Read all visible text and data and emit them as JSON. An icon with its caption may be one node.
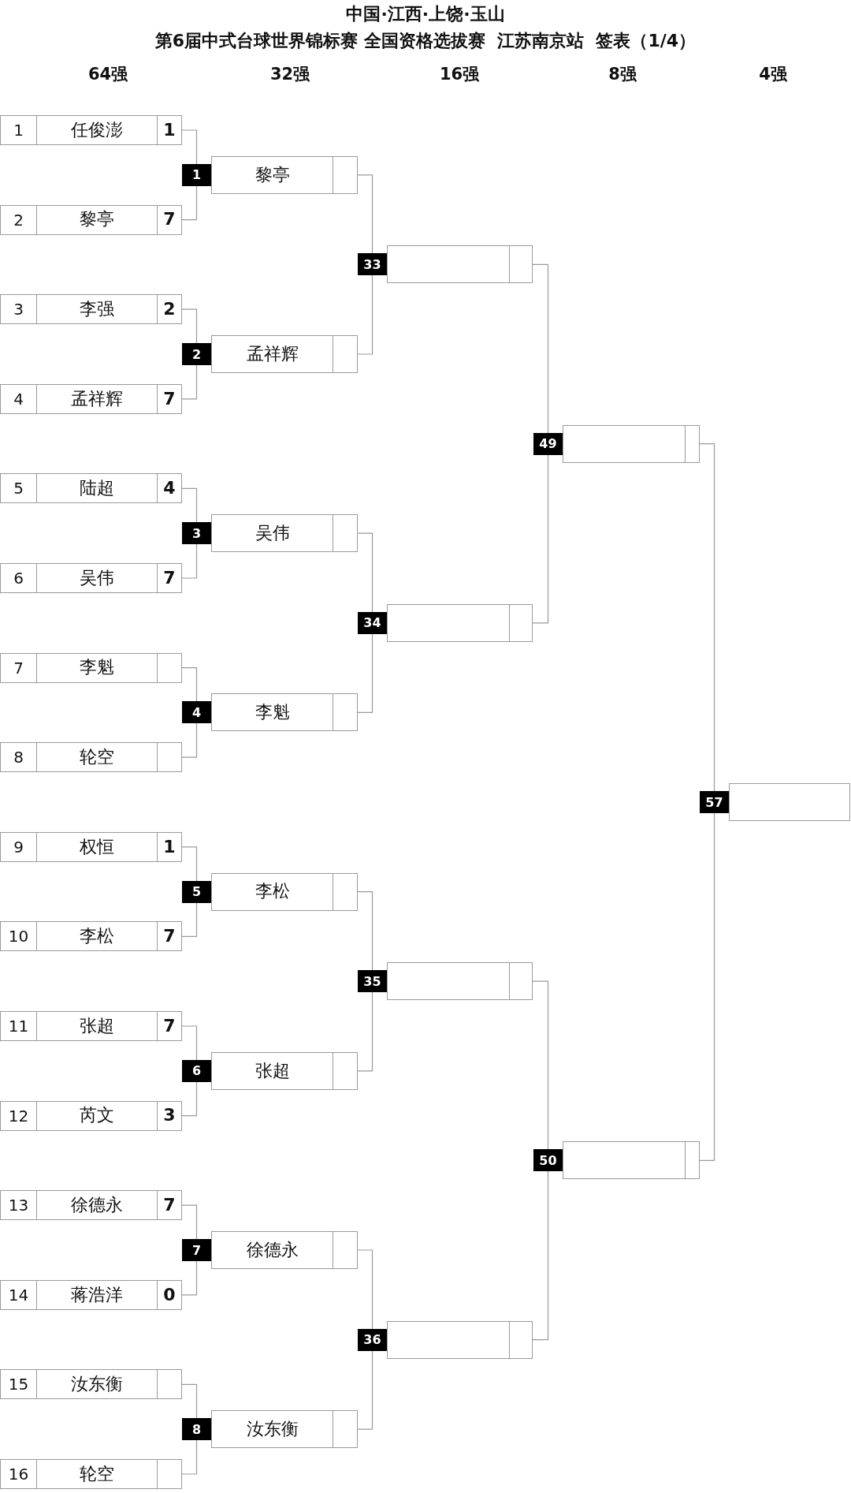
{
  "diagram": {
    "title": "第6届中式台球世界锦标赛 全国资格选拔赛  江苏南京站  签表（1/4）",
    "nodes": [
      {
        "text": [
          "1",
          "任俊澎",
          "1"
        ]
      },
      {
        "text": [
          "2",
          "黎亭",
          "7"
        ]
      },
      {
        "text": [
          "3",
          "李强",
          "2"
        ]
      },
      {
        "text": [
          "4",
          "孟祥辉",
          "7"
        ]
      },
      {
        "text": [
          "5",
          "陆超",
          "4"
        ]
      },
      {
        "text": [
          "6",
          "吴伟",
          "7"
        ]
      },
      {
        "text": [
          "7",
          "李魁"
        ]
      },
      {
        "text": [
          "8",
          "轮空"
        ]
      },
      {
        "text": [
          "9",
          "权恒",
          "1"
        ]
      },
      {
        "text": [
          "10",
          "李松",
          "7"
        ]
      },
      {
        "text": [
          "11",
          "张超",
          "7"
        ]
      },
      {
        "text": [
          "12",
          "芮文",
          "3"
        ]
      },
      {
        "text": [
          "13",
          "徐德永",
          "7"
        ]
      },
      {
        "text": [
          "14",
          "蒋浩洋",
          "0"
        ]
      },
      {
        "text": [
          "15",
          "汝东衡"
        ]
      },
      {
        "text": [
          "16",
          "轮空"
        ]
      },
      {
        "text": [
          "黎亭"
        ],
        "beside": [
          "1"
        ]
      },
      {
        "text": [
          "孟祥辉"
        ],
        "beside": [
          "2"
        ]
      },
      {
        "text": [
          "吴伟"
        ],
        "beside": [
          "3"
        ]
      },
      {
        "text": [
          "李魁"
        ],
        "beside": [
          "4"
        ]
      },
      {
        "text": [
          "李松"
        ],
        "beside": [
          "5"
        ]
      },
      {
        "text": [
          "张超"
        ],
        "beside": [
          "6"
        ]
      },
      {
        "text": [
          "徐德永"
        ],
        "beside": [
          "7"
        ]
      },
      {
        "text": [
          "汝东衡"
        ],
        "beside": [
          "8"
        ]
      },
      {
        "text": [],
        "shape": "box",
        "beside": [
          "33"
        ]
      },
      {
        "text": [],
        "shape": "box",
        "beside": [
          "34"
        ]
      },
      {
        "text": [],
        "shape": "box",
        "beside": [
          "35"
        ]
      },
      {
        "text": [],
        "shape": "box",
        "beside": [
          "36"
        ]
      },
      {
        "text": [],
        "shape": "box",
        "beside": [
          "49"
        ]
      },
      {
        "text": [],
        "shape": "box",
        "beside": [
          "50"
        ]
      },
      {
        "text": [],
        "shape": "box",
        "beside": [
          "57"
        ]
      }
    ],
    "edges": [
      {
        "from": 0,
        "to": 16,
        "arrow": "none"
      },
      {
        "from": 1,
        "to": 16,
        "arrow": "none"
      },
      {
        "from": 2,
        "to": 17,
        "arrow": "none"
      },
      {
        "from": 3,
        "to": 17,
        "arrow": "none"
      },
      {
        "from": 4,
        "to": 18,
        "arrow": "none"
      },
      {
        "from": 5,
        "to": 18,
        "arrow": "none"
      },
      {
        "from": 6,
        "to": 19,
        "arrow": "none"
      },
      {
        "from": 7,
        "to": 19,
        "arrow": "none"
      },
      {
        "from": 8,
        "to": 20,
        "arrow": "none"
      },
      {
        "from": 9,
        "to": 20,
        "arrow": "none"
      },
      {
        "from": 10,
        "to": 21,
        "arrow": "none"
      },
      {
        "from": 11,
        "to": 21,
        "arrow": "none"
      },
      {
        "from": 12,
        "to": 22,
        "arrow": "none"
      },
      {
        "from": 13,
        "to": 22,
        "arrow": "none"
      },
      {
        "from": 14,
        "to": 23,
        "arrow": "none"
      },
      {
        "from": 15,
        "to": 23,
        "arrow": "none"
      },
      {
        "from": 16,
        "to": 24,
        "arrow": "none"
      },
      {
        "from": 17,
        "to": 24,
        "arrow": "none"
      },
      {
        "from": 18,
        "to": 25,
        "arrow": "none"
      },
      {
        "from": 19,
        "to": 25,
        "arrow": "none"
      },
      {
        "from": 20,
        "to": 26,
        "arrow": "none"
      },
      {
        "from": 21,
        "to": 26,
        "arrow": "none"
      },
      {
        "from": 22,
        "to": 27,
        "arrow": "none"
      },
      {
        "from": 23,
        "to": 27,
        "arrow": "none"
      },
      {
        "from": 24,
        "to": 28,
        "arrow": "none"
      },
      {
        "from": 25,
        "to": 28,
        "arrow": "none"
      },
      {
        "from": 26,
        "to": 29,
        "arrow": "none"
      },
      {
        "from": 27,
        "to": 29,
        "arrow": "none"
      },
      {
        "from": 28,
        "to": 30,
        "arrow": "none"
      },
      {
        "from": 29,
        "to": 30,
        "arrow": "none"
      }
    ],
    "labels": [
      "中国·江西·上饶·玉山",
      "64强",
      "32强",
      "16强",
      "8强",
      "4强"
    ]
  }
}
